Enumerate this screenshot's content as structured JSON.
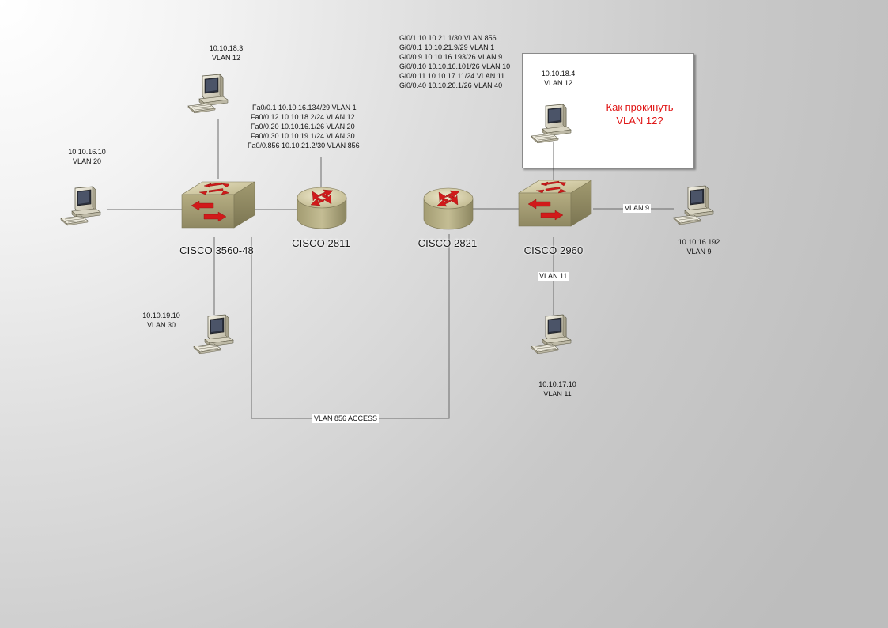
{
  "devices": {
    "sw3560": {
      "name": "CISCO 3560-48"
    },
    "r2811": {
      "name": "CISCO 2811"
    },
    "r2821": {
      "name": "CISCO 2821"
    },
    "sw2960": {
      "name": "CISCO 2960"
    }
  },
  "pcs": {
    "pc_18_3": {
      "ip": "10.10.18.3",
      "vlan": "VLAN 12"
    },
    "pc_16_10": {
      "ip": "10.10.16.10",
      "vlan": "VLAN 20"
    },
    "pc_19_10": {
      "ip": "10.10.19.10",
      "vlan": "VLAN 30"
    },
    "pc_18_4": {
      "ip": "10.10.18.4",
      "vlan": "VLAN 12"
    },
    "pc_16_192": {
      "ip": "10.10.16.192",
      "vlan": "VLAN 9"
    },
    "pc_17_10": {
      "ip": "10.10.17.10",
      "vlan": "VLAN 11"
    }
  },
  "r2811_config": [
    "Fa0/0.1 10.10.16.134/29 VLAN 1",
    "Fa0/0.12  10.10.18.2/24 VLAN 12",
    "Fa0/0.20  10.10.16.1/26 VLAN 20",
    "Fa0/0.30 10.10.19.1/24 VLAN 30",
    "Fa0/0.856 10.10.21.2/30 VLAN 856"
  ],
  "r2821_config": [
    "Gi0/1 10.10.21.1/30 VLAN 856",
    "Gi0/0.1 10.10.21.9/29 VLAN 1",
    "Gi0/0.9 10.10.16.193/26 VLAN 9",
    "Gi0/0.10 10.10.16.101/26 VLAN 10",
    "Gi0/0.11 10.10.17.11/24 VLAN 11",
    "Gi0/0.40 10.10.20.1/26 VLAN 40"
  ],
  "links": {
    "vlan9": "VLAN 9",
    "vlan11": "VLAN 11",
    "vlan856": "VLAN 856 ACCESS"
  },
  "note": {
    "line1": "Как прокинуть",
    "line2": "VLAN 12?"
  },
  "colors": {
    "device_body": "#c9c29a",
    "arrow": "#d11a1a",
    "note_text": "#e01616",
    "link_line": "#6b6b6b"
  }
}
